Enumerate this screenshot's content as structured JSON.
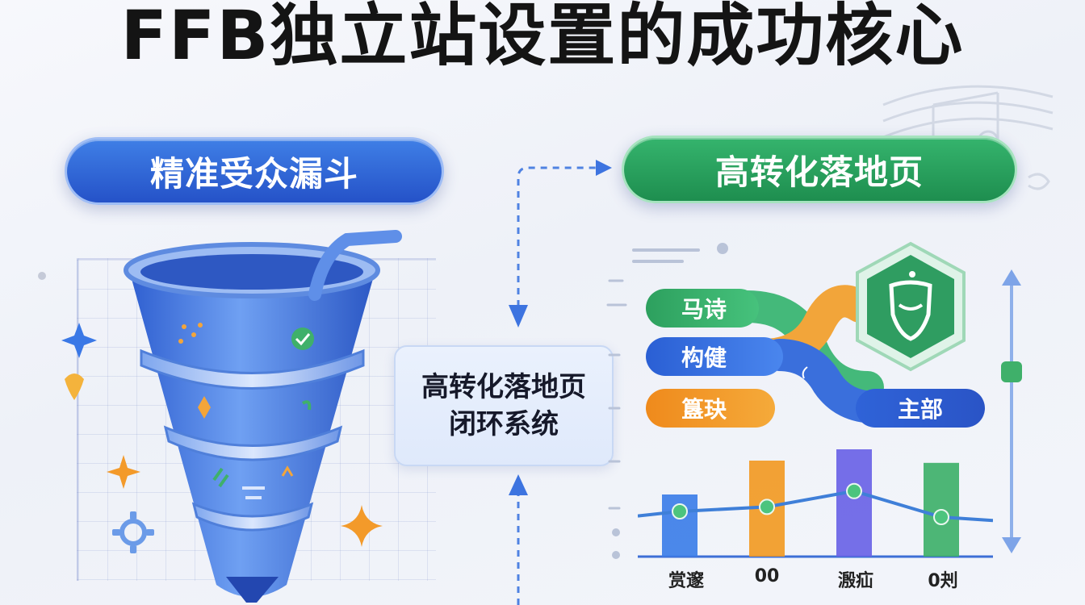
{
  "title": "FFB独立站设置的成功核心",
  "left_pill": "精准受众漏斗",
  "right_pill": "高转化落地页",
  "center": {
    "line1": "高转化落地页",
    "line2": "闭环系统"
  },
  "flow_labels": {
    "green": "马诗",
    "blue": "构健",
    "orange": "簋玦",
    "blue_right": "主部"
  },
  "chart_data": {
    "type": "bar",
    "categories": [
      "赏邃",
      "00",
      "溵疝",
      "0刔"
    ],
    "values": [
      55,
      85,
      95,
      83
    ],
    "line_values": [
      40,
      44,
      58,
      35
    ],
    "colors": [
      "#3d7ee8",
      "#f29a24",
      "#6a63e6",
      "#3fb06a"
    ],
    "title": "",
    "xlabel": "",
    "ylabel": "",
    "ylim": [
      0,
      100
    ],
    "grid": false
  },
  "colors": {
    "blue": "#2552c8",
    "green": "#1e8e4f",
    "orange": "#f29a24",
    "arrow": "#3d74e0"
  }
}
